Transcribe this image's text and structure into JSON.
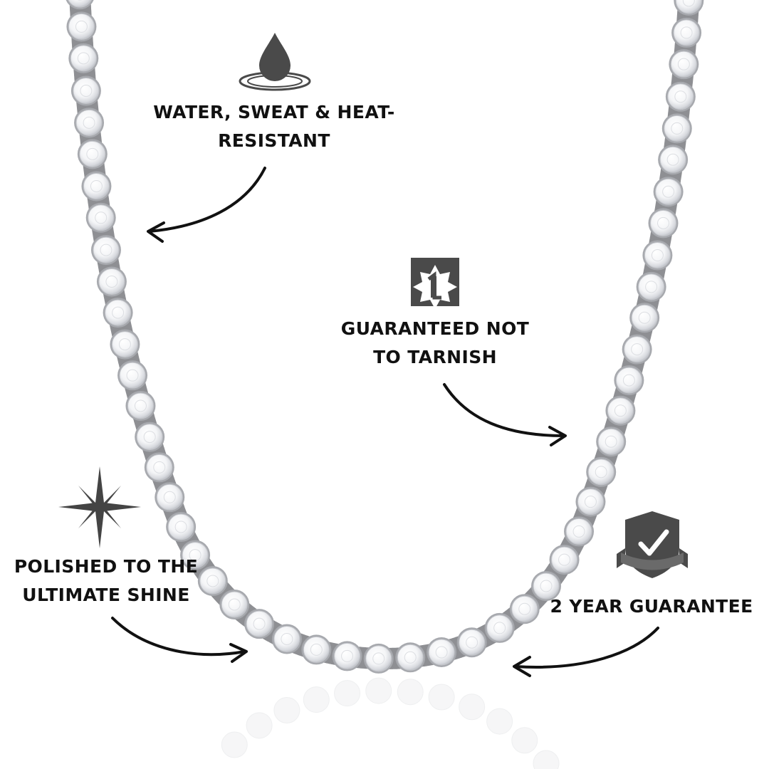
{
  "colors": {
    "background": "#ffffff",
    "text": "#111111",
    "icon": "#4a4a4a",
    "arrow": "#111111",
    "chain_metal": "#8e8f93",
    "stone_light": "#ffffff",
    "stone_shadow": "#c9cbd0"
  },
  "features": {
    "water": {
      "icon": "water-drop-icon",
      "line1": "WATER, SWEAT & HEAT-",
      "line2": "RESISTANT"
    },
    "tarnish": {
      "icon": "badge-star-icon",
      "line1": "GUARANTEED NOT",
      "line2": "TO TARNISH"
    },
    "shine": {
      "icon": "sparkle-icon",
      "line1": "POLISHED TO THE",
      "line2": "ULTIMATE SHINE"
    },
    "guarantee": {
      "icon": "shield-check-icon",
      "line1": "2 YEAR GUARANTEE"
    }
  }
}
